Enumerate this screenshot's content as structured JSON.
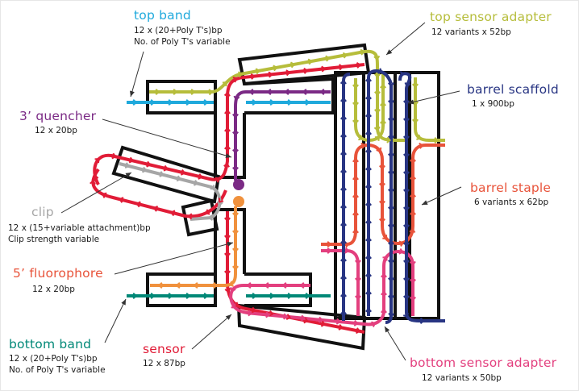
{
  "colors": {
    "top_band": "#1fa9dc",
    "top_sensor_adapter": "#b6bd3b",
    "barrel_scaffold": "#283583",
    "barrel_staple": "#e8533a",
    "quencher": "#7b2a85",
    "clip": "#a6a6a6",
    "fluorophore": "#f0913d",
    "bottom_band": "#008877",
    "sensor": "#e11c37",
    "bottom_sensor_adapter": "#e33f7e",
    "outline": "#111111",
    "leader": "#333333",
    "fluorophore_label": "#e8533a"
  },
  "labels": {
    "top_band": {
      "title": "top band",
      "lines": [
        "12 x (20+Poly T's)bp",
        "No. of Poly T's variable"
      ]
    },
    "quencher": {
      "title": "3’ quencher",
      "lines": [
        "12 x 20bp"
      ]
    },
    "clip": {
      "title": "clip",
      "lines": [
        "12 x (15+variable attachment)bp",
        "Clip strength variable"
      ]
    },
    "fluorophore": {
      "title": "5’ fluorophore",
      "lines": [
        "12 x 20bp"
      ]
    },
    "bottom_band": {
      "title": "bottom band",
      "lines": [
        "12 x (20+Poly T's)bp",
        "No. of Poly T's variable"
      ]
    },
    "sensor": {
      "title": "sensor",
      "lines": [
        "12 x 87bp"
      ]
    },
    "top_sensor_adapter": {
      "title": "top sensor adapter",
      "lines": [
        "12 variants x 52bp"
      ]
    },
    "barrel_scaffold": {
      "title": "barrel scaffold",
      "lines": [
        "1 x 900bp"
      ]
    },
    "barrel_staple": {
      "title": "barrel staple",
      "lines": [
        "6 variants x 62bp"
      ]
    },
    "bottom_sensor_adapter": {
      "title": "bottom sensor adapter",
      "lines": [
        "12 variants x 50bp"
      ]
    }
  }
}
